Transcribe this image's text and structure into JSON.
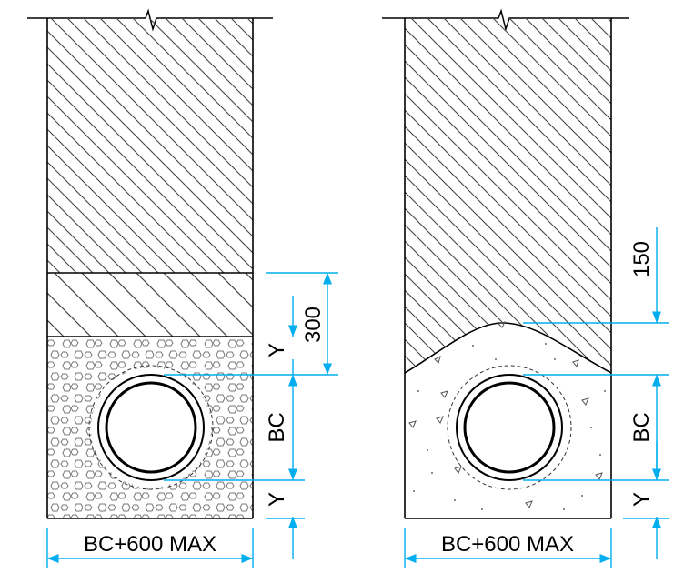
{
  "left_section": {
    "width_label": "BC+600 MAX",
    "cover_label": "300",
    "bedding_label": "Y",
    "pipe_label": "BC",
    "bottom_label": "Y"
  },
  "right_section": {
    "width_label": "BC+600 MAX",
    "cover_label": "150",
    "pipe_label": "BC",
    "bottom_label": "Y"
  },
  "colors": {
    "dimension": "#00AEEF",
    "outline": "#000000",
    "hatch": "#444444",
    "aggregate": "#777777"
  }
}
